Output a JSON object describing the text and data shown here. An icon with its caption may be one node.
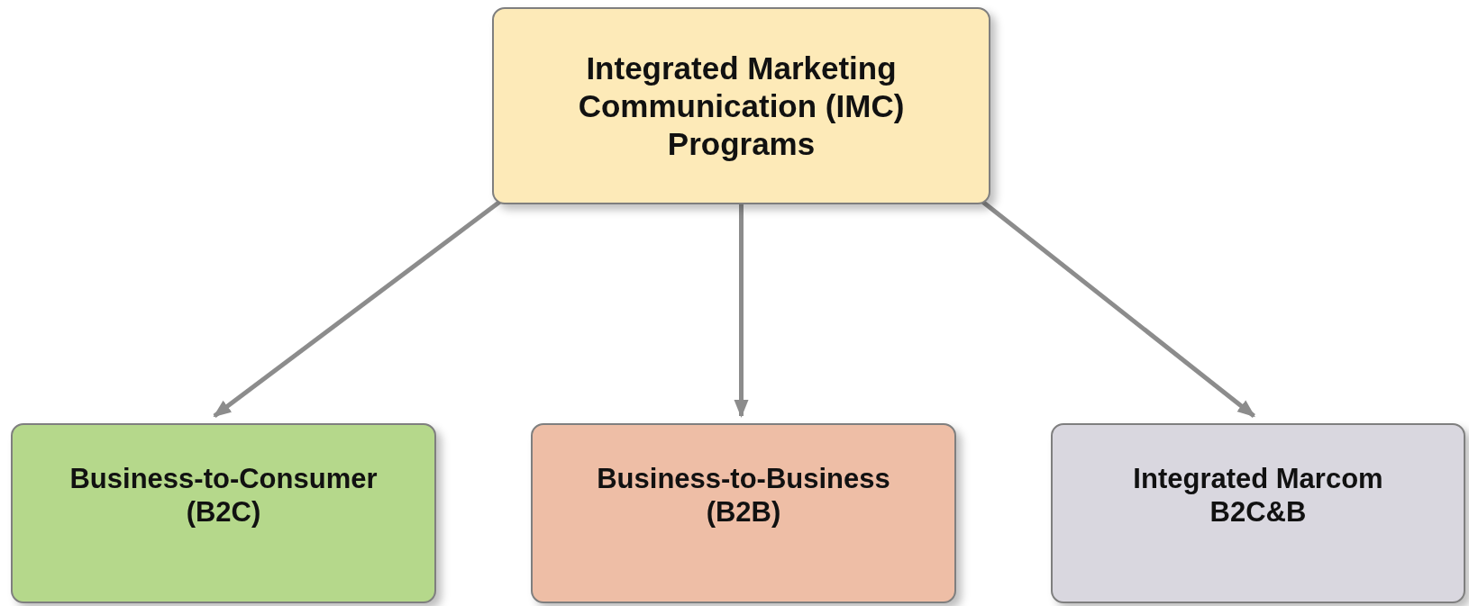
{
  "diagram": {
    "nodes": [
      {
        "text": [
          "Integrated Marketing Communication (IMC) Programs"
        ]
      },
      {
        "text": [
          "Business-to-Consumer (B2C)"
        ]
      },
      {
        "text": [
          "Business-to-Business (B2B)"
        ]
      },
      {
        "text": [
          "Integrated Marcom B2C&B"
        ]
      }
    ],
    "edges": [
      {
        "from": 0,
        "to": 1,
        "arrow": "to"
      },
      {
        "from": 0,
        "to": 2,
        "arrow": "to"
      },
      {
        "from": 0,
        "to": 3,
        "arrow": "to"
      }
    ]
  }
}
